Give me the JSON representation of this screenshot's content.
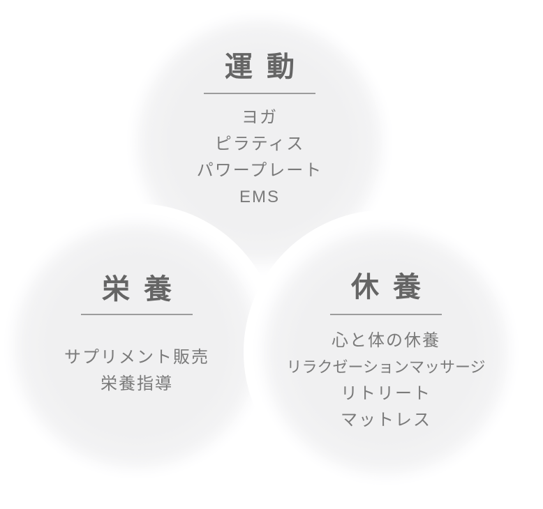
{
  "colors": {
    "background": "#ffffff",
    "circle_fill": "#f0f0f1",
    "title_text": "#656565",
    "item_text": "#7a7a7a",
    "divider": "#9c9c9c",
    "gap": "#ffffff"
  },
  "circles": [
    {
      "key": "exercise",
      "title": "運動",
      "items": [
        "ヨガ",
        "ピラティス",
        "パワープレート",
        "EMS"
      ]
    },
    {
      "key": "nutrition",
      "title": "栄養",
      "items": [
        "サプリメント販売",
        "栄養指導"
      ]
    },
    {
      "key": "rest",
      "title": "休養",
      "items": [
        "心と体の休養",
        "リラクゼーションマッサージ",
        "リトリート",
        "マットレス"
      ]
    }
  ]
}
